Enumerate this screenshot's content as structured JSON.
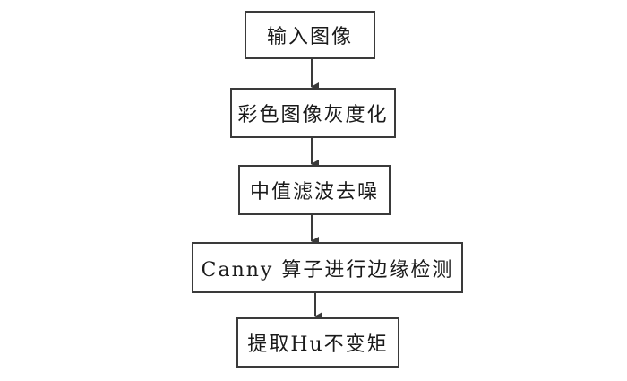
{
  "flowchart": {
    "steps": [
      {
        "label": "输入图像"
      },
      {
        "label": "彩色图像灰度化"
      },
      {
        "label": "中值滤波去噪"
      },
      {
        "label": "Canny 算子进行边缘检测"
      },
      {
        "label": "提取Hu不变矩"
      }
    ],
    "colors": {
      "stroke": "#3a3a3a",
      "text": "#1a1a1a",
      "background": "#ffffff"
    }
  }
}
